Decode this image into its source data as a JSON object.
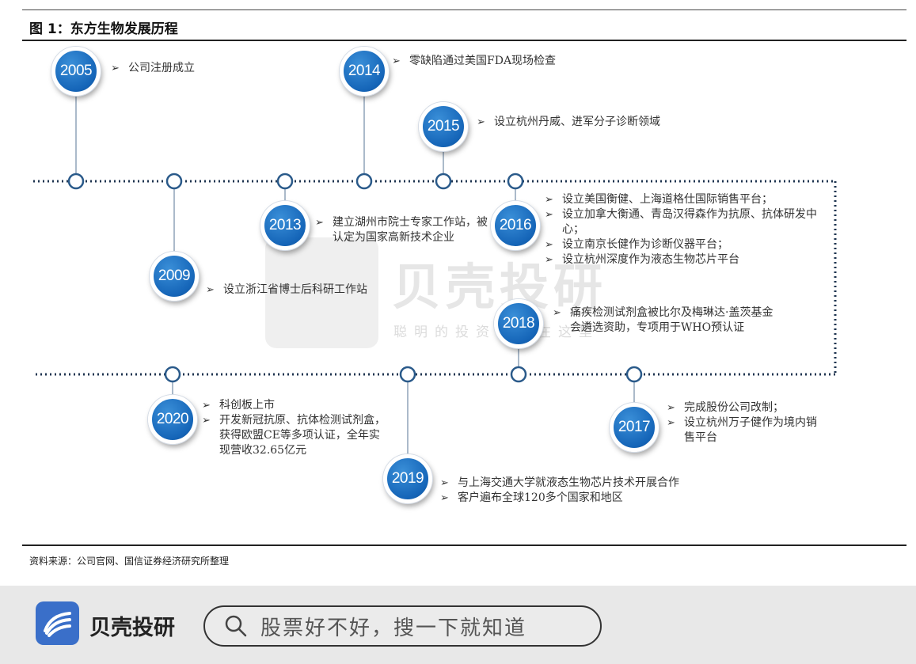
{
  "header": {
    "title": "图 1：东方生物发展历程"
  },
  "source": "资料来源：公司官网、国信证券经济研究所整理",
  "milestones": [
    {
      "year": "2005",
      "events": [
        "公司注册成立"
      ]
    },
    {
      "year": "2014",
      "events": [
        "零缺陷通过美国FDA现场检查"
      ]
    },
    {
      "year": "2015",
      "events": [
        "设立杭州丹威、进军分子诊断领域"
      ]
    },
    {
      "year": "2013",
      "events": [
        "建立湖州市院士专家工作站，被认定为国家高新技术企业"
      ]
    },
    {
      "year": "2016",
      "events": [
        "设立美国衡健、上海道格仕国际销售平台；",
        "设立加拿大衡通、青岛汉得森作为抗原、抗体研发中心；",
        "设立南京长健作为诊断仪器平台；",
        "设立杭州深度作为液态生物芯片平台"
      ]
    },
    {
      "year": "2009",
      "events": [
        "设立浙江省博士后科研工作站"
      ]
    },
    {
      "year": "2018",
      "events": [
        "痛疾检测试剂盒被比尔及梅琳达·盖茨基金会遴选资助，专项用于WHO预认证"
      ]
    },
    {
      "year": "2020",
      "events": [
        "科创板上市",
        "开发新冠抗原、抗体检测试剂盒，获得欧盟CE等多项认证，全年实现营收32.65亿元"
      ]
    },
    {
      "year": "2019",
      "events": [
        "与上海交通大学就液态生物芯片技术开展合作",
        "客户遍布全球120多个国家和地区"
      ]
    },
    {
      "year": "2017",
      "events": [
        "完成股份公司改制；",
        "设立杭州万子健作为境内销售平台"
      ]
    }
  ],
  "watermark": {
    "brand": "贝壳投研",
    "slogan": "聪明的投资者都在这里"
  },
  "footer": {
    "brand": "贝壳投研",
    "search_placeholder": "股票好不好，搜一下就知道"
  },
  "colors": {
    "bubble": "#1565b8",
    "line": "#1f3550",
    "node_stroke": "#2a5a8a"
  }
}
